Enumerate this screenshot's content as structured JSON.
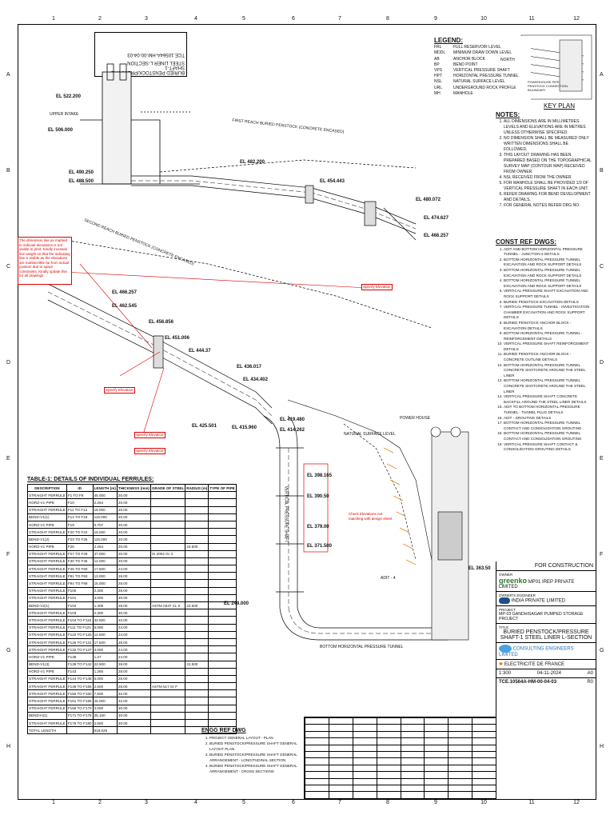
{
  "ruler": {
    "cols": [
      "1",
      "2",
      "3",
      "4",
      "5",
      "6",
      "7",
      "8",
      "9",
      "10",
      "11",
      "12"
    ],
    "rows": [
      "A",
      "B",
      "C",
      "D",
      "E",
      "F",
      "G",
      "H"
    ]
  },
  "legend": {
    "title": "LEGEND:",
    "items": [
      {
        "k": "FRL",
        "v": "FULL RESERVOIR LEVEL"
      },
      {
        "k": "MDDL",
        "v": "MINIMUM DRAW DOWN LEVEL"
      },
      {
        "k": "AB",
        "v": "ANCHOR BLOCK"
      },
      {
        "k": "BP",
        "v": "BEND POINT"
      },
      {
        "k": "VPS",
        "v": "VERTICAL PRESSURE SHAFT"
      },
      {
        "k": "HPT",
        "v": "HORIZONTAL PRESSURE TUNNEL"
      },
      {
        "k": "NSL",
        "v": "NATURAL SURFACE LEVEL"
      },
      {
        "k": "URL",
        "v": "UNDERGROUND ROCK PROFILE"
      },
      {
        "k": "MH",
        "v": "MANHOLE"
      }
    ]
  },
  "keyplan": {
    "title": "KEY PLAN",
    "north": "NORTH",
    "text": "POWERHOUSE PIPE PENSTOCK CONNECTION BOUNDARY"
  },
  "notes": {
    "title": "NOTES:",
    "items": [
      "ALL DIMENSIONS ARE IN MILLIMETRES. LEVELS AND ELEVATIONS ARE IN METRES UNLESS OTHERWISE SPECIFIED.",
      "NO DIMENSION SHALL BE MEASURED ONLY WRITTEN DIMENSIONS SHALL BE FOLLOWED.",
      "THIS LAYOUT DRAWING HAS BEEN PREPARED BASED ON THE TOPOGRAPHICAL SURVEY MAP (CONTOUR MAP) RECEIVED FROM OWNER.",
      "NSL RECEIVED FROM THE OWNER.",
      "FOR MANHOLE SHALL BE PROVIDED 1/3 OF VERTICAL PRESSURE SHAFT IN EACH UNIT.",
      "REFER DRAWING FOR BEND DEVELOPMENT AND DETAILS.",
      "FOR GENERAL NOTES REFER DRG NO."
    ]
  },
  "constref": {
    "title": "CONST REF DWGS:",
    "items": [
      "ADIT AND BOTTOM HORIZONTAL PRESSURE TUNNEL - JUNCTION-2 DETAILS",
      "BOTTOM HORIZONTAL PRESSURE TUNNEL EXCAVATION AND ROCK SUPPORT DETAILS",
      "BOTTOM HORIZONTAL PRESSURE TUNNEL EXCAVATION AND ROCK SUPPORT DETAILS",
      "BOTTOM HORIZONTAL PRESSURE TUNNEL EXCAVATION AND ROCK SUPPORT DETAILS",
      "VERTICAL PRESSURE SHAFT EXCAVATION AND ROCK SUPPORT DETAILS",
      "BURIED PENSTOCK EXCAVATION DETAILS",
      "VERTICAL PRESSURE TUNNEL - INVESTIGATION CHAMBER EXCAVATION AND ROCK SUPPORT DETAILS",
      "BURIED PENSTOCK ANCHOR BLOCK - EXCAVATION DETAILS",
      "BOTTOM HORIZONTAL PRESSURE TUNNEL - REINFORCEMENT DETAILS",
      "VERTICAL PRESSURE SHAFT REINFORCEMENT DETAILS",
      "BURIED PENSTOCK ANCHOR BLOCK - CONCRETE OUTLINE DETAILS",
      "BOTTOM HORIZONTAL PRESSURE TUNNEL CONCRETE SHOTCRETE AROUND THE STEEL LINER",
      "BOTTOM HORIZONTAL PRESSURE TUNNEL CONCRETE SHOTCRETE AROUND THE STEEL LINER",
      "VERTICAL PRESSURE SHAFT CONCRETE BACKFILL AROUND THE STEEL LINER DETAILS",
      "ADIT TO BOTTOM HORIZONTAL PRESSURE TUNNEL - TUNNEL PLUG DETAILS",
      "ADIT - GROUTING DETAILS",
      "BOTTOM HORIZONTAL PRESSURE TUNNEL CONTACT AND CONSOLIDATION GROUTING",
      "BOTTOM HORIZONTAL PRESSURE TUNNEL CONTACT AND CONSOLIDATION GROUTING",
      "VERTICAL PRESSURE SHAFT CONTACT & CONSOLIDATION GROUTING DETAILS"
    ]
  },
  "drawing": {
    "elevations_top": [
      "EL 522.200",
      "EL 506.000",
      "EL 490.250",
      "EL 488.500",
      "EL 482.200",
      "EL 454.443",
      "EL 480.072",
      "EL 474.627",
      "EL 466.257"
    ],
    "elevations_mid": [
      "EL 466.257",
      "EL 462.545",
      "EL 456.856",
      "EL 451.006",
      "EL 444.37",
      "EL 436.017",
      "EL 434.402",
      "EL 425.501",
      "EL 415.960",
      "EL 419.480",
      "EL 414.262"
    ],
    "elevations_low": [
      "EL 398.165",
      "EL 390.50",
      "EL 379.00",
      "EL 371.500",
      "EL 249.000",
      "EL 363.50"
    ],
    "labels": {
      "intake": "UPPER INTAKE",
      "first_reach": "FIRST REACH BURIED PENSTOCK (CONCRETE ENCASED)",
      "second_reach": "SECOND REACH BURIED PENSTOCK (CONCRETE ENCASED)",
      "vps": "VERTICAL PRESSURE SHAFT",
      "bhpt": "BOTTOM HORIZONTAL PRESSURE TUNNEL",
      "powerhouse": "POWER HOUSE",
      "adit": "ADIT - 4",
      "nsl": "NATURAL SURFACE LEVEL"
    },
    "red_notes": {
      "note1": "The dimension line as marked to indicate elevations is not visible in print. Kindly increase line weight so that the indicating line is visible as the elevations are marked little far from actual position due to space constraints. Kindly update this for all drawings",
      "note2": "Check Elevations not matching with design sheet",
      "tag1": "Specify Elevation",
      "tag2": "Specify Elevation",
      "tag3": "Specify Elevation",
      "tag4": "Specify Elevation"
    }
  },
  "table1": {
    "title": "TABLE-1: DETAILS OF INDIVIDUAL FERRULES:",
    "headers": [
      "DESCRIPTION",
      "ID",
      "LENGTH (m)",
      "THICKNESS (mm)",
      "GRADE OF STEEL",
      "RADIUS (m)",
      "TYPE OF PIPE"
    ],
    "rows": [
      [
        "STRAIGHT FERRULE",
        "F1 TO F9",
        "45.000",
        "20.00",
        "",
        "",
        ""
      ],
      [
        "HORZ-V1 PIPE",
        "F10",
        "2.264",
        "20.00",
        "",
        "",
        ""
      ],
      [
        "STRAIGHT FERRULE",
        "F11 TO F13",
        "18.000",
        "20.00",
        "",
        "",
        ""
      ],
      [
        "BEND-V1(1)",
        "F14 TO F18",
        "115.000",
        "20.00",
        "",
        "",
        ""
      ],
      [
        "HORZ-V1 PIPE",
        "F19",
        "0.707",
        "20.00",
        "",
        "",
        ""
      ],
      [
        "STRAIGHT FERRULE",
        "F20 TO F22",
        "16.000",
        "20.00",
        "",
        "",
        ""
      ],
      [
        "BEND-V1(2)",
        "F23 TO F25",
        "115.000",
        "20.00",
        "",
        "",
        ""
      ],
      [
        "HORZ-V1 PIPE",
        "F26",
        "2.264",
        "20.00",
        "",
        "22.500",
        ""
      ],
      [
        "STRAIGHT FERRULE",
        "F27 TO F29",
        "47.000",
        "20.00",
        "IS 2002 Gr 3",
        "",
        ""
      ],
      [
        "STRAIGHT FERRULE",
        "F30 TO F45",
        "12.000",
        "20.00",
        "",
        "",
        ""
      ],
      [
        "STRAIGHT FERRULE",
        "F46 TO F80",
        "17.500",
        "24.00",
        "",
        "",
        ""
      ],
      [
        "STRAIGHT FERRULE",
        "F81 TO F93",
        "13.000",
        "26.00",
        "",
        "",
        ""
      ],
      [
        "STRAIGHT FERRULE",
        "F94 TO F99",
        "15.000",
        "28.00",
        "",
        "",
        ""
      ],
      [
        "STRAIGHT FERRULE",
        "F100",
        "2.300",
        "28.00",
        "",
        "",
        ""
      ],
      [
        "STRAIGHT FERRULE",
        "F101",
        "3.000",
        "30.00",
        "",
        "",
        ""
      ],
      [
        "BEND-V2(1)",
        "F102",
        "1.408",
        "28.00",
        "ASTM A537 CL II",
        "22.500",
        ""
      ],
      [
        "STRAIGHT FERRULE",
        "F103",
        "2.300",
        "30.00",
        "",
        "",
        ""
      ],
      [
        "STRAIGHT FERRULE",
        "F104 TO F110",
        "32.500",
        "32.00",
        "",
        "",
        ""
      ],
      [
        "STRAIGHT FERRULE",
        "F111 TO F121",
        "5.000",
        "24.00",
        "",
        "",
        ""
      ],
      [
        "STRAIGHT FERRULE",
        "F122 TO F125",
        "12.500",
        "24.00",
        "",
        "",
        ""
      ],
      [
        "STRAIGHT FERRULE",
        "F126 TO F131",
        "17.500",
        "28.00",
        "",
        "",
        ""
      ],
      [
        "STRAIGHT FERRULE",
        "F132 TO F137",
        "3.000",
        "24.00",
        "",
        "",
        ""
      ],
      [
        "HORZ-V1 PIPE",
        "F138",
        "1.27",
        "24.00",
        "",
        "",
        ""
      ],
      [
        "BEND-V1(3)",
        "F139 TO F142",
        "22.500",
        "28.00",
        "",
        "22.500",
        ""
      ],
      [
        "HORZ-V1 PIPE",
        "F143",
        "1.265",
        "28.00",
        "",
        "",
        ""
      ],
      [
        "STRAIGHT FERRULE",
        "F144 TO F148",
        "5.000",
        "28.00",
        "",
        "",
        ""
      ],
      [
        "STRAIGHT FERRULE",
        "F149 TO F155",
        "2.500",
        "28.00",
        "ASTM 517 Gr F",
        "",
        ""
      ],
      [
        "STRAIGHT FERRULE",
        "F156 TO F160",
        "7.500",
        "32.00",
        "",
        "",
        ""
      ],
      [
        "STRAIGHT FERRULE",
        "F161 TO F165",
        "25.000",
        "32.00",
        "",
        "",
        ""
      ],
      [
        "STRAIGHT FERRULE",
        "F166 TO F170",
        "3.000",
        "30.00",
        "",
        "",
        ""
      ],
      [
        "BEND-H(1)",
        "F171 TO F175",
        "25.150",
        "30.00",
        "",
        "",
        ""
      ],
      [
        "STRAIGHT FERRULE",
        "F176 TO F180",
        "2.500",
        "30.00",
        "",
        "",
        ""
      ],
      [
        "TOTAL LENGTH",
        "",
        "518.025",
        "",
        "",
        "",
        ""
      ]
    ]
  },
  "engg": {
    "title": "ENGG REF DWG",
    "items": [
      "PROJECT GENERAL LAYOUT - PLAN",
      "BURIED PENSTOCK/PRESSURE SHAFT GENERAL LAYOUT PLAN",
      "BURIED PENSTOCK/PRESSURE SHAFT GENERAL ARRANGEMENT - LONGITUDINAL SECTION",
      "BURIED PENSTOCK/PRESSURE SHAFT GENERAL ARRANGEMENT - CROSS SECTIONS"
    ]
  },
  "titleblock": {
    "status": "FOR CONSTRUCTION",
    "owner_lbl": "OWNER",
    "owner_logo": "greenko",
    "owner": "MP01 IREP PRIVATE LIMITED",
    "engineer_lbl": "OWNER'S ENGINEER",
    "engineer": "INDIA PRIVATE LIMITED",
    "project_lbl": "PROJECT",
    "project": "MP-03 GANDHISAGAR PUMPED STORAGE PROJECT",
    "title_lbl": "TITLE",
    "title": "BURIED PENSTOCK/PRESSURE SHAFT-1 STEEL LINER L-SECTION",
    "consultant": "CONSULTING ENGINEERS LIMITED",
    "edf": "ELECTRICITE DE FRANCE",
    "scale": "1:300",
    "date": "04-11-2024",
    "sheet": "A0",
    "drg_no": "TCE.10564A-HM-00-04-03",
    "rev": "R0"
  },
  "vertical_title": {
    "line1": "BURIED PENSTOCK/PRESSURE SHAFT-1",
    "line2": "STEEL LINER L-SECTION",
    "drg": "TCE.10564A-HM-00-04-03"
  }
}
